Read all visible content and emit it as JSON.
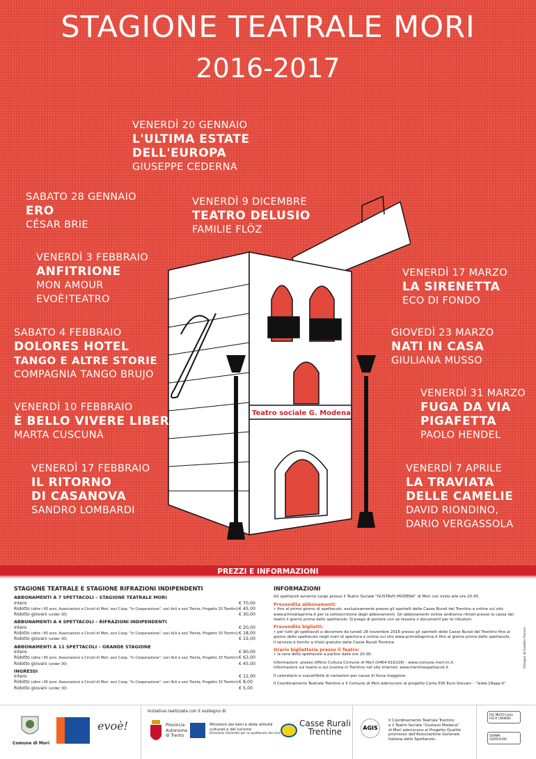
{
  "header": {
    "title": "STAGIONE TEATRALE MORI",
    "years": "2016-2017"
  },
  "events": [
    {
      "date": "VENERDÌ 20 GENNAIO",
      "title": [
        "L'ULTIMA ESTATE",
        "DELL'EUROPA"
      ],
      "artist": [
        "GIUSEPPE CEDERNA"
      ]
    },
    {
      "date": "SABATO 28 GENNAIO",
      "title": [
        "ERO"
      ],
      "artist": [
        "CÉSAR BRIE"
      ]
    },
    {
      "date": "VENERDÌ 9 DICEMBRE",
      "title": [
        "TEATRO DELUSIO"
      ],
      "artist": [
        "FAMILIE FLÖZ"
      ]
    },
    {
      "date": "VENERDÌ 3 FEBBRAIO",
      "title": [
        "ANFITRIONE"
      ],
      "artist": [
        "MON AMOUR",
        "EVOÈ!TEATRO"
      ]
    },
    {
      "date": "VENERDÌ 17 MARZO",
      "title": [
        "LA SIRENETTA"
      ],
      "artist": [
        "ECO DI FONDO"
      ]
    },
    {
      "date": "SABATO 4 FEBBRAIO",
      "title": [
        "DOLORES HOTEL",
        "TANGO E ALTRE STORIE"
      ],
      "artist": [
        "COMPAGNIA TANGO BRUJO"
      ]
    },
    {
      "date": "GIOVEDÌ 23 MARZO",
      "title": [
        "NATI IN CASA"
      ],
      "artist": [
        "GIULIANA MUSSO"
      ]
    },
    {
      "date": "VENERDÌ 10 FEBBRAIO",
      "title": [
        "È BELLO VIVERE LIBERI!"
      ],
      "artist": [
        "MARTA CUSCUNÀ"
      ]
    },
    {
      "date": "VENERDÌ 31 MARZO",
      "title": [
        "FUGA DA VIA",
        "PIGAFETTA"
      ],
      "artist": [
        "PAOLO HENDEL"
      ]
    },
    {
      "date": "VENERDÌ 17 FEBBRAIO",
      "title": [
        "IL RITORNO",
        "DI CASANOVA"
      ],
      "artist": [
        "SANDRO LOMBARDI"
      ]
    },
    {
      "date": "VENERDÌ 7 APRILE",
      "title": [
        "LA TRAVIATA",
        "DELLE CAMELIE"
      ],
      "artist": [
        "DAVID RIONDINO,",
        "DARIO VERGASSOLA"
      ]
    }
  ],
  "illustration": {
    "sign": "Teatro sociale G. Modena"
  },
  "band": {
    "label": "PREZZI E INFORMAZIONI"
  },
  "prices": {
    "heading": "STAGIONE TEATRALE E STAGIONE RIFRAZIONI INDIPENDENTI",
    "ridotto_note": "(oltre i 65 anni, Associazioni e Circoli di Mori, soci Coop. \"In Cooperazione\", soci Acli e soci Trenta, Progetto 33 Trentini)",
    "giovani_note": "(under 30)",
    "groups": [
      {
        "title": "ABBONAMENTI A 7 SPETTACOLI – STAGIONE TEATRALE MORI",
        "intero": "€ 70,00",
        "ridotto": "€ 45,00",
        "giovani": "€ 30,00"
      },
      {
        "title": "ABBONAMENTI A 4 SPETTACOLI – RIFRAZIONI INDIPENDENTI",
        "intero": "€ 20,00",
        "ridotto": "€ 18,00",
        "giovani": "€ 15,00"
      },
      {
        "title": "ABBONAMENTI A 11 SPETTACOLI – GRANDE STAGIONE",
        "intero": "€ 90,00",
        "ridotto": "€ 63,00",
        "giovani": "€ 45,00"
      },
      {
        "title": "INGRESSI",
        "intero": "€ 12,00",
        "ridotto": "€ 8,00",
        "giovani": "€ 5,00"
      }
    ],
    "labels": {
      "intero": "Intero",
      "ridotto": "Ridotto",
      "giovani": "Ridotto giovani"
    }
  },
  "info": {
    "heading": "INFORMAZIONI",
    "intro": "Gli spettacoli avranno luogo presso il Teatro Sociale \"GUSTAVO MODENA\" di Mori con inizio alle ore 20.45.",
    "abb_title": "Prevendita abbonamenti:",
    "abb_text": "• fino al primo giorno di spettacolo, esclusivamente presso gli sportelli delle Casse Rurali del Trentino e online sul sito www.primiallaprima.it per la sottoscrizione degli abbonamenti. Gli abbonamenti online andranno ritirati presso la cassa del teatro il giorno prima dello spettacolo. Si prega di portare con sé tessera o documenti per le riduzioni.",
    "big_title": "Prevendita biglietti:",
    "big_text": "• per tutti gli spettacoli a decorrere da lunedì 28 novembre 2016 presso gli sportelli delle Casse Rurali del Trentino fino al giorno dello spettacolo negli orari di apertura e online sul sito www.primiallaprima.it fino al giorno prima dello spettacolo.",
    "big_text2": "Il servizio è fornito a titolo gratuito dalle Casse Rurali Trentine.",
    "orario_title": "Orario biglietteria presso il Teatro:",
    "orario_text": "• la sera dello spettacolo a partire dalle ore 20.00.",
    "contact1": "Informazioni: presso Ufficio Cultura Comune di Mori (0464 916229) - www.comune.mori.tn.it",
    "contact2": "Informazioni sul teatro e sul cinema in Trentino nel sito internet: www.trentinospettacoli.it",
    "calendar": "Il calendario è suscettibile di variazioni per cause di forza maggiore.",
    "carta": "Il Coordinamento Teatrale Trentino e il Comune di Mori aderiscono al progetto Carta 500 Euro Giovani – \"www.18app.it\"",
    "credit": "Disegno di Gaetita Prosser"
  },
  "footer": {
    "comune": "Comune di Mori",
    "evoe": "evoè!",
    "support": "Iniziativa realizzata con il sostegno di",
    "provincia": [
      "Provincia",
      "Autonoma",
      "di Trento"
    ],
    "ministero": [
      "Ministero dei beni e delle attività",
      "culturali e del turismo",
      "Direzione Generale per lo spettacolo dal vivo"
    ],
    "casse": [
      "Casse Rurali",
      "Trentine"
    ],
    "agis": "AGIS",
    "agis_text": [
      "Il Coordinamento Teatrale Trentino",
      "e il Teatro Sociale \"Gustavo Modena\"",
      "di Mori aderiscono al Progetto Qualità",
      "promosso dall'Associazione Generale",
      "Italiana dello Spettacolo."
    ],
    "fsc": "FSC",
    "fsc_text": "MISTO Carta FSC® C000000",
    "stampa": "STAMPA CERTIFICATA"
  }
}
